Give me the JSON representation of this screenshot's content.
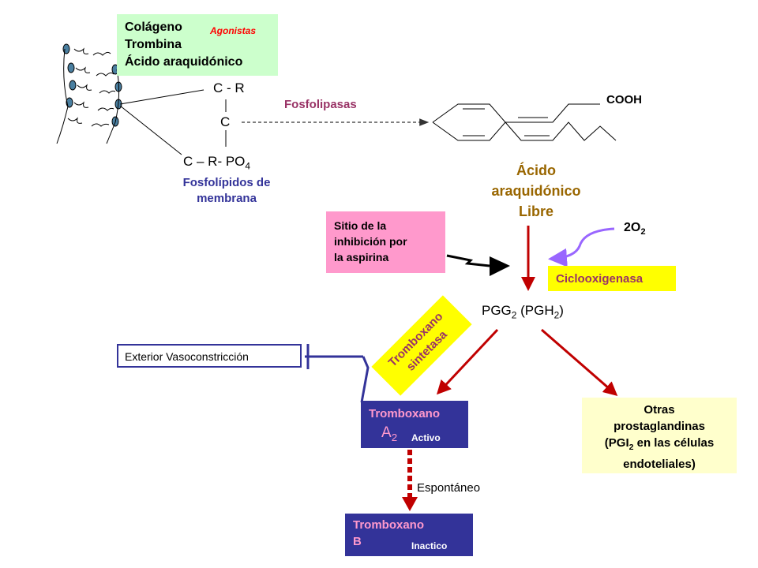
{
  "agonists": {
    "items": [
      "Colágeno",
      "Trombina",
      "Ácido araquidónico"
    ],
    "tag": "Agonistas",
    "bg_color": "#ccffcc",
    "tag_color": "#ff0000"
  },
  "phospholipid": {
    "top": "C - R",
    "middle": "C",
    "bottom_prefix": "C – R- PO",
    "bottom_sub": "4",
    "label_line1": "Fosfolípidos de",
    "label_line2": "membrana",
    "label_color": "#333399"
  },
  "enzyme_phospholipase": {
    "label": "Fosfolipasas",
    "color": "#993366"
  },
  "arachidonic": {
    "group": "COOH",
    "label_lines": [
      "Ácido",
      "araquidónico",
      "Libre"
    ],
    "label_color": "#996600"
  },
  "aspirin_box": {
    "lines": [
      "Sitio de la",
      "inhibición por",
      "la aspirina"
    ],
    "bg_color": "#ff99cc"
  },
  "oxygen": {
    "prefix": "2O",
    "sub": "2"
  },
  "cyclooxygenase": {
    "label": "Ciclooxigenasa",
    "bg_color": "#ffff00",
    "text_color": "#993366"
  },
  "pgg": {
    "a": "PGG",
    "a_sub": "2",
    "b": " (PGH",
    "b_sub": "2",
    "c": ")"
  },
  "tx_synthase": {
    "line1": "Tromboxano",
    "line2": "sintetasa",
    "bg_color": "#ffff00",
    "text_color": "#993366"
  },
  "exterior": {
    "label": "Exterior Vasoconstricción"
  },
  "txa2": {
    "line1": "Tromboxano",
    "main": "A",
    "sub": "2",
    "state": "Activo",
    "bg_color": "#333399"
  },
  "others": {
    "line1": "Otras",
    "line2": "prostaglandinas",
    "line3_a": "(PGI",
    "line3_sub": "2",
    "line3_b": " en las células",
    "line4": "endoteliales)",
    "bg_color": "#ffffcc"
  },
  "spontaneous": {
    "label": "Espontáneo"
  },
  "txb": {
    "line1": "Tromboxano",
    "main": "B",
    "state": "Inactico",
    "bg_color": "#333399"
  },
  "colors": {
    "dark_red": "#c00000",
    "purple_arrow": "#9966ff",
    "navy": "#333399"
  }
}
